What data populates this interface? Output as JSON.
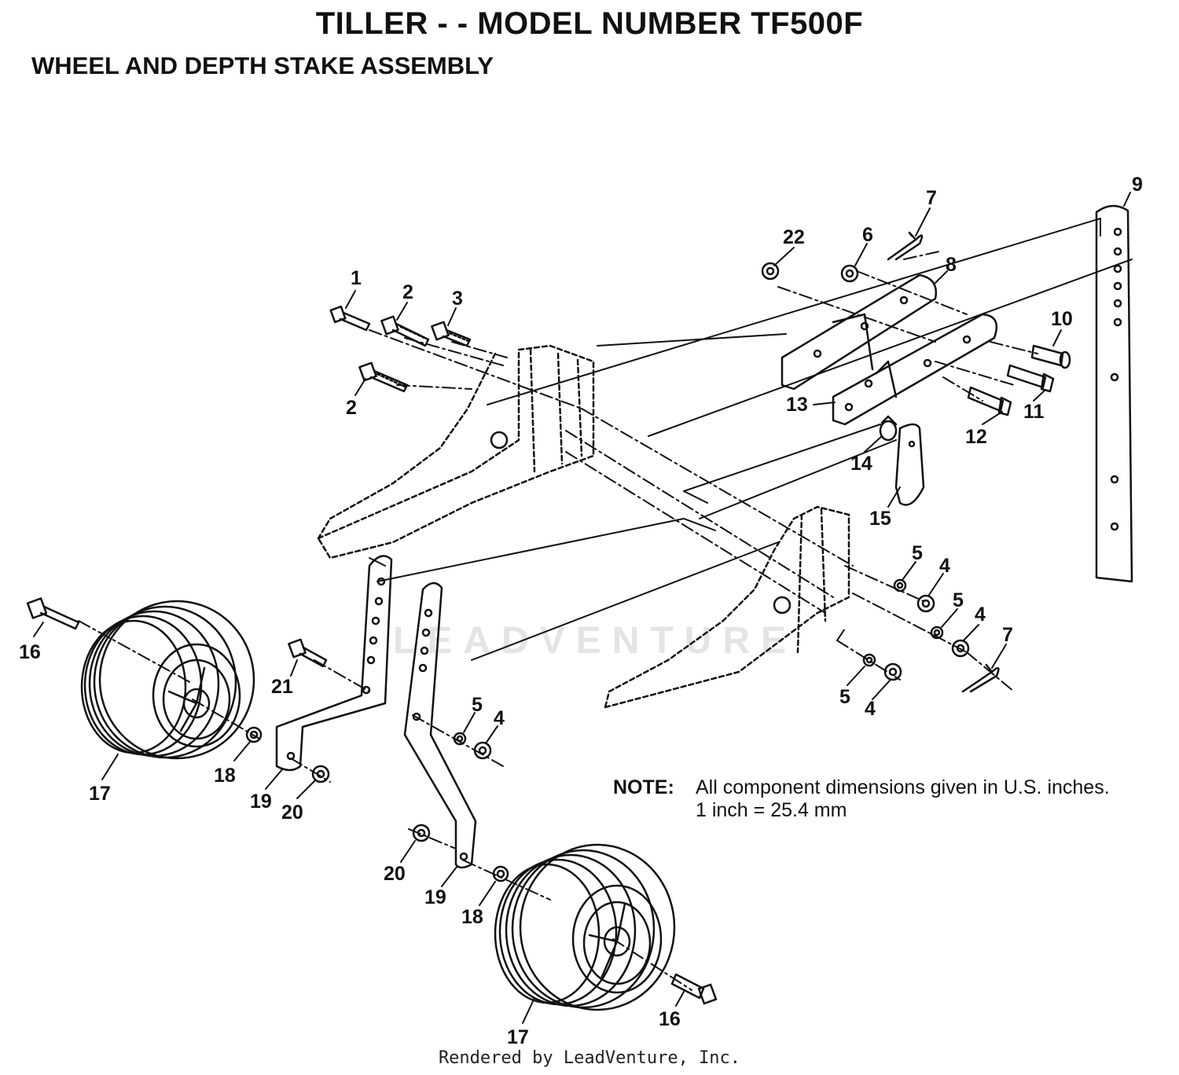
{
  "header": {
    "title": "TILLER - - MODEL NUMBER TF500F",
    "subtitle": "WHEEL AND DEPTH STAKE ASSEMBLY"
  },
  "watermark": {
    "text": "LEADVENTURE"
  },
  "callouts": {
    "c1": "1",
    "c2a": "2",
    "c2b": "2",
    "c3": "3",
    "c4a": "4",
    "c4b": "4",
    "c4c": "4",
    "c4d": "4",
    "c5a": "5",
    "c5b": "5",
    "c5c": "5",
    "c5d": "5",
    "c6": "6",
    "c7a": "7",
    "c7b": "7",
    "c8": "8",
    "c9": "9",
    "c10": "10",
    "c11": "11",
    "c12": "12",
    "c13": "13",
    "c14": "14",
    "c15": "15",
    "c16a": "16",
    "c16b": "16",
    "c17a": "17",
    "c17b": "17",
    "c18a": "18",
    "c18b": "18",
    "c19a": "19",
    "c19b": "19",
    "c20a": "20",
    "c20b": "20",
    "c21": "21",
    "c22": "22"
  },
  "note": {
    "label": "NOTE:",
    "line1": "All component dimensions given in U.S. inches.",
    "line2": "1 inch = 25.4 mm"
  },
  "footer": {
    "text": "Rendered by LeadVenture, Inc."
  },
  "colors": {
    "ink": "#111111",
    "background": "#ffffff"
  }
}
